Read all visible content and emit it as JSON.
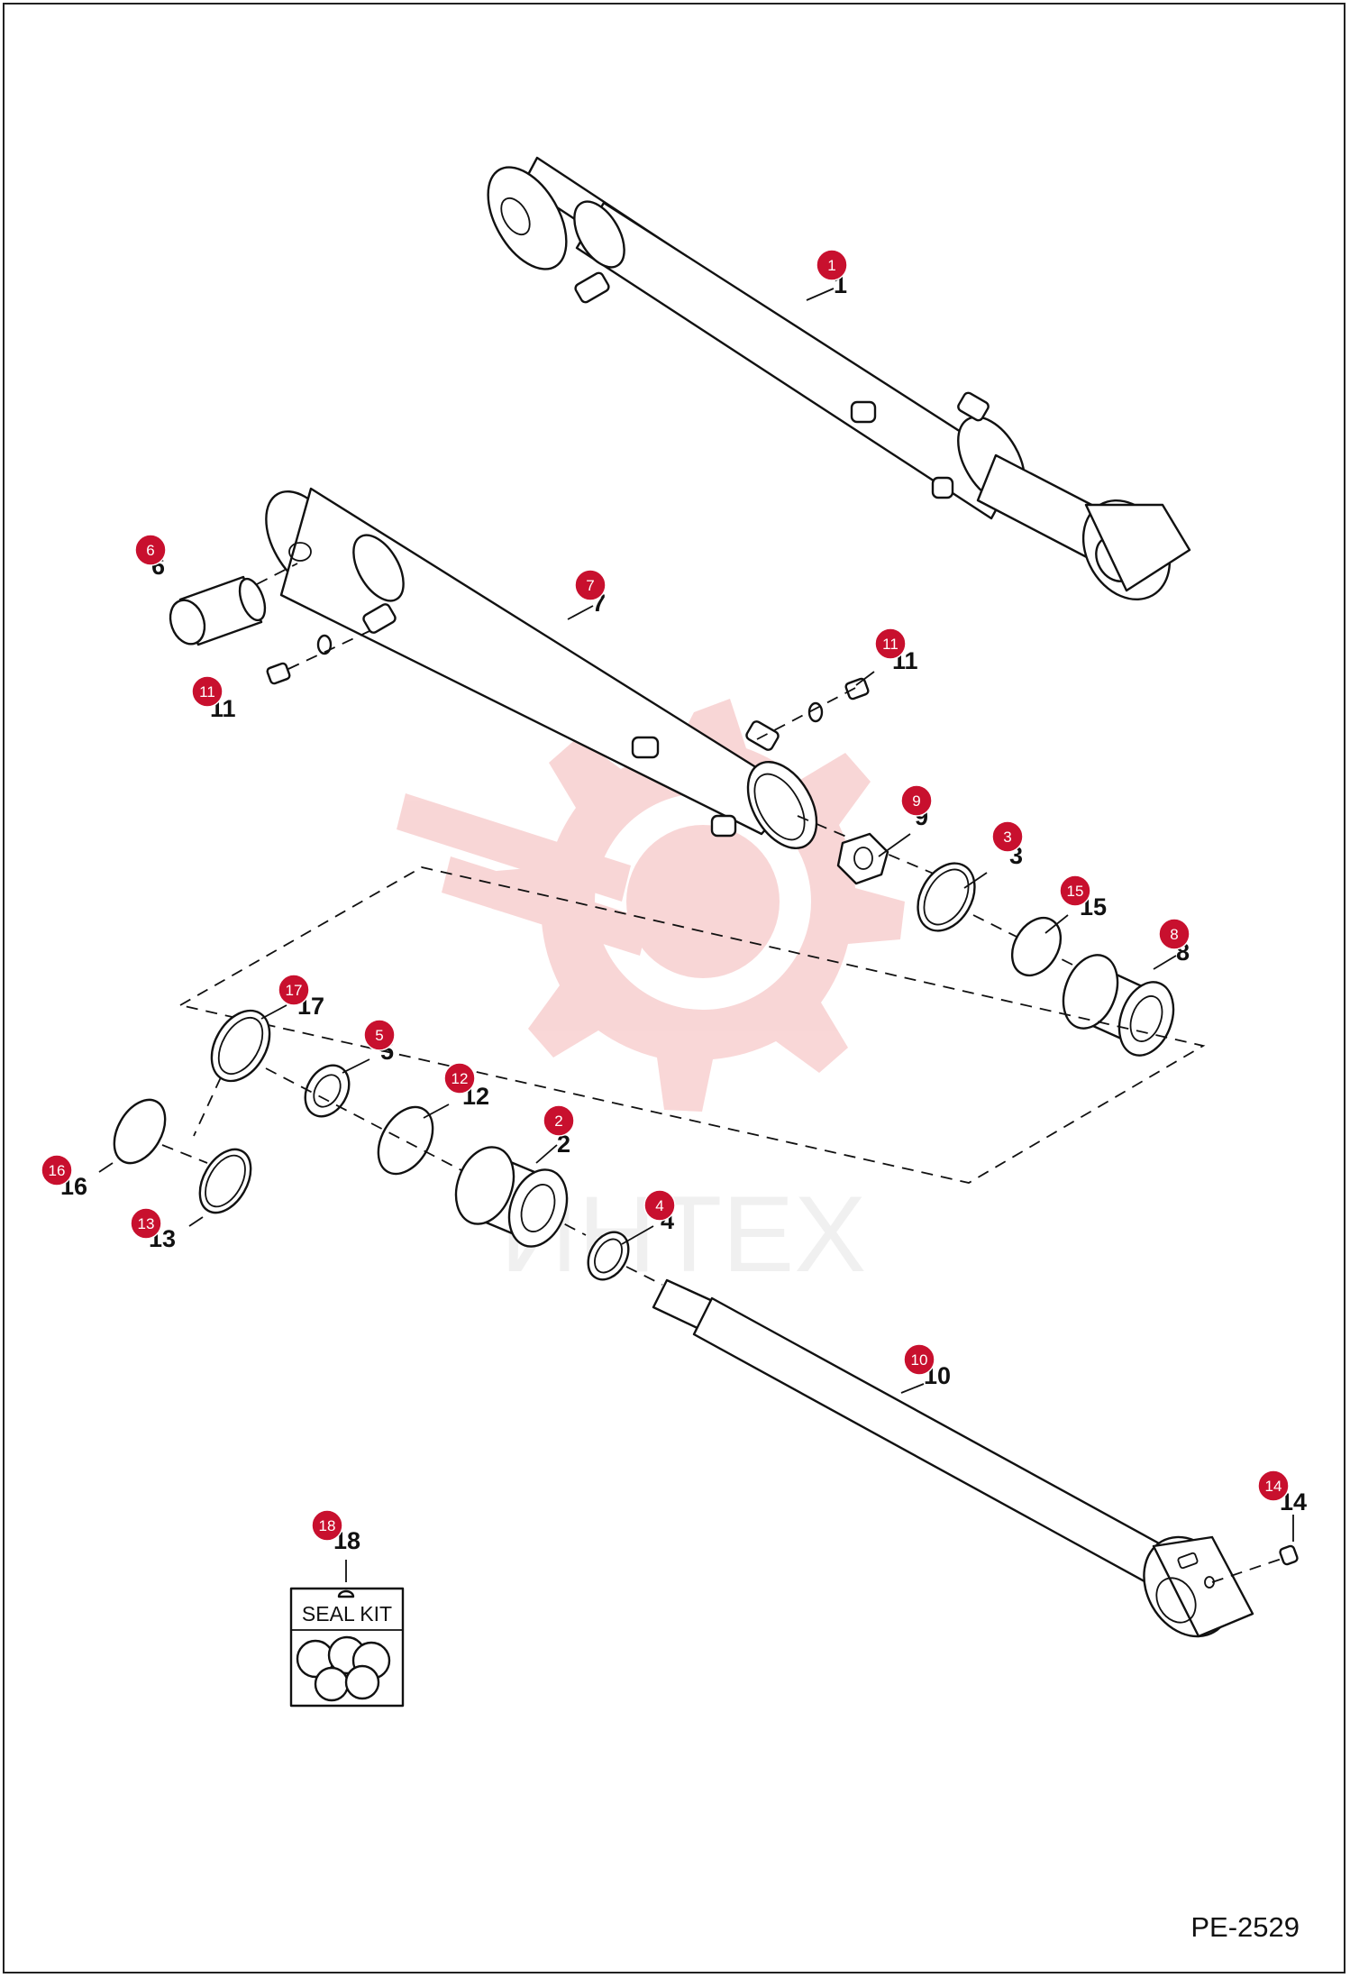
{
  "drawing_code": "PE-2529",
  "seal_kit_label": "SEAL KIT",
  "watermark_text": "ИНТЕХ",
  "badge_color": "#c8102e",
  "callouts": [
    {
      "n": "1",
      "text": "1"
    },
    {
      "n": "2",
      "text": "2"
    },
    {
      "n": "3",
      "text": "3"
    },
    {
      "n": "4",
      "text": "4"
    },
    {
      "n": "5",
      "text": "5"
    },
    {
      "n": "6",
      "text": "6"
    },
    {
      "n": "7",
      "text": "7"
    },
    {
      "n": "8",
      "text": "8"
    },
    {
      "n": "9",
      "text": "9"
    },
    {
      "n": "10",
      "text": "10"
    },
    {
      "n": "11a",
      "text": "11"
    },
    {
      "n": "11b",
      "text": "11"
    },
    {
      "n": "12",
      "text": "12"
    },
    {
      "n": "13",
      "text": "13"
    },
    {
      "n": "14",
      "text": "14"
    },
    {
      "n": "15",
      "text": "15"
    },
    {
      "n": "16",
      "text": "16"
    },
    {
      "n": "17",
      "text": "17"
    },
    {
      "n": "18",
      "text": "18"
    }
  ]
}
